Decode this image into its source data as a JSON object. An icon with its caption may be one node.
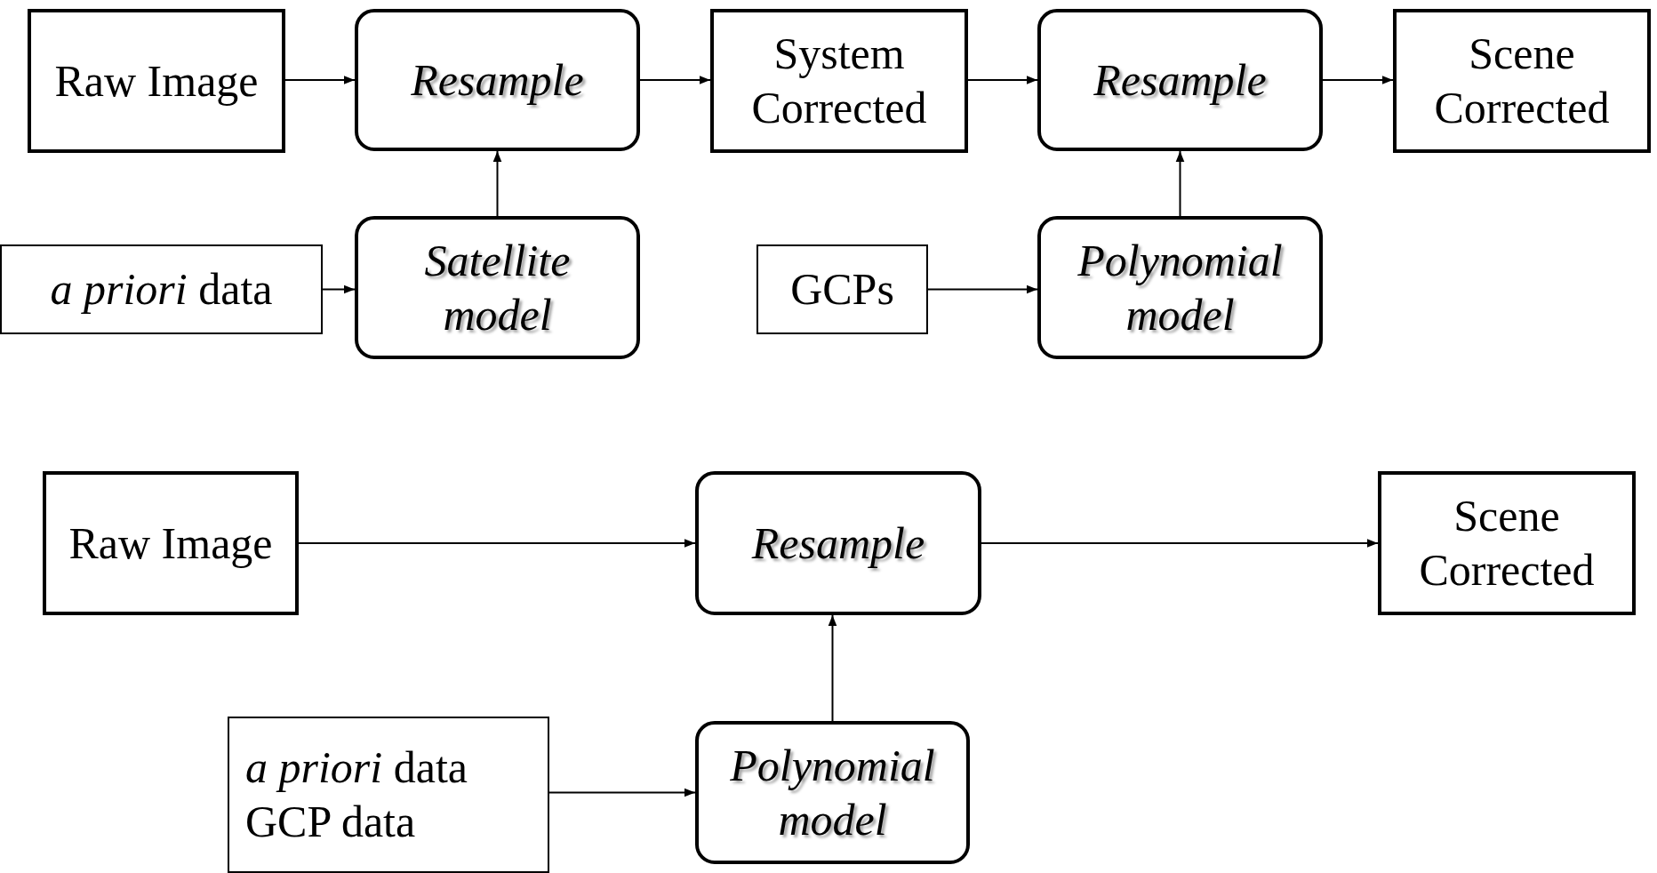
{
  "diagram": {
    "nodes": [
      {
        "text": [
          "Raw Image"
        ]
      },
      {
        "text": [
          "Resample"
        ]
      },
      {
        "text": [
          "System Corrected"
        ]
      },
      {
        "text": [
          "Resample"
        ]
      },
      {
        "text": [
          "Scene Corrected"
        ]
      },
      {
        "text": [
          "*a priori* data"
        ]
      },
      {
        "text": [
          "Satellite model"
        ]
      },
      {
        "text": [
          "GCPs"
        ]
      },
      {
        "text": [
          "Polynomial model"
        ]
      },
      {
        "text": [
          "Raw Image"
        ]
      },
      {
        "text": [
          "Resample"
        ]
      },
      {
        "text": [
          "Scene Corrected"
        ]
      },
      {
        "text": [
          "*a priori* data",
          "GCP data"
        ]
      },
      {
        "text": [
          "Polynomial model"
        ]
      }
    ],
    "edges": [
      {
        "from": 0,
        "to": 1,
        "arrow": "to"
      },
      {
        "from": 1,
        "to": 2,
        "arrow": "to"
      },
      {
        "from": 2,
        "to": 3,
        "arrow": "to"
      },
      {
        "from": 3,
        "to": 4,
        "arrow": "to"
      },
      {
        "from": 6,
        "to": 1,
        "arrow": "to"
      },
      {
        "from": 5,
        "to": 6,
        "arrow": "to"
      },
      {
        "from": 7,
        "to": 8,
        "arrow": "to"
      },
      {
        "from": 8,
        "to": 3,
        "arrow": "to"
      },
      {
        "from": 9,
        "to": 10,
        "arrow": "to"
      },
      {
        "from": 10,
        "to": 11,
        "arrow": "to"
      },
      {
        "from": 13,
        "to": 10,
        "arrow": "to"
      },
      {
        "from": 12,
        "to": 13,
        "arrow": "to"
      }
    ]
  }
}
